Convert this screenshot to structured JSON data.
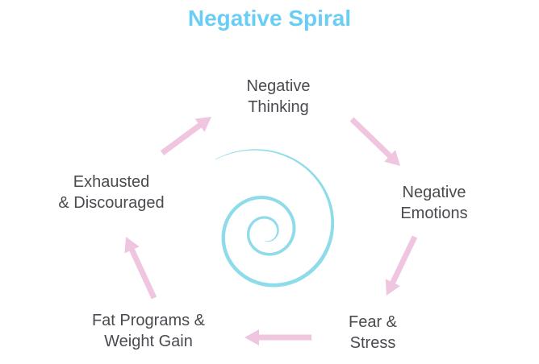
{
  "title": {
    "text": "Negative Spiral",
    "color": "#6acdf4"
  },
  "diagram": {
    "type": "cycle",
    "center_graphic": "spiral",
    "nodes": [
      {
        "id": "negative-thinking",
        "label": "Negative\nThinking"
      },
      {
        "id": "negative-emotions",
        "label": "Negative\nEmotions"
      },
      {
        "id": "fear-stress",
        "label": "Fear &\nStress"
      },
      {
        "id": "fat-programs-weight-gain",
        "label": "Fat Programs &\nWeight Gain"
      },
      {
        "id": "exhausted-discouraged",
        "label": "Exhausted\n& Discouraged"
      }
    ],
    "flow": [
      "negative-thinking → negative-emotions",
      "negative-emotions → fear-stress",
      "fear-stress → fat-programs-weight-gain",
      "fat-programs-weight-gain → exhausted-discouraged",
      "exhausted-discouraged → negative-thinking"
    ],
    "colors": {
      "spiral": "#8edce9",
      "arrow": "#efc5df",
      "label_text": "#4a4a50"
    }
  }
}
